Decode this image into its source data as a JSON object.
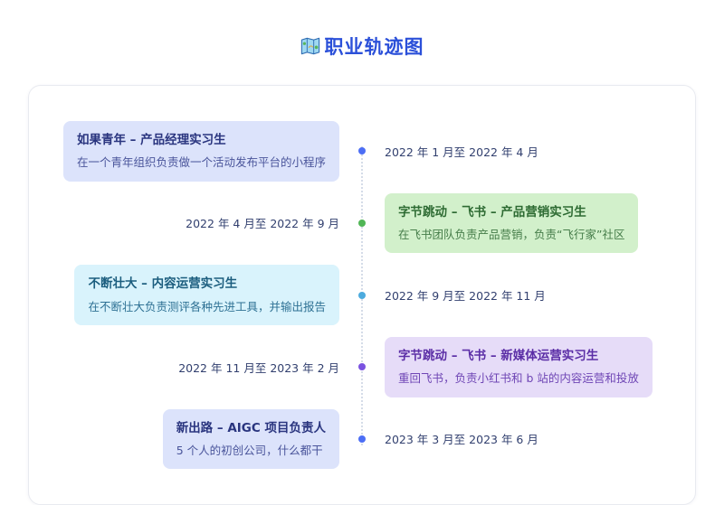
{
  "header": {
    "icon": "map-icon",
    "title": "职业轨迹图",
    "title_color": "#2b50d9"
  },
  "timeline": {
    "line_color": "#d5dce8",
    "items": [
      {
        "side": "left",
        "title": "如果青年 – 产品经理实习生",
        "desc": "在一个青年组织负责做一个活动发布平台的小程序",
        "date": "2022 年 1 月至 2022 年 4 月",
        "colors": {
          "bg": "#dce3fb",
          "title": "#2a357f",
          "desc": "#4a559b",
          "dot": "#4c6ef5"
        }
      },
      {
        "side": "right",
        "title": "字节跳动 – 飞书 – 产品营销实习生",
        "desc": "在飞书团队负责产品营销，负责“飞行家”社区",
        "date": "2022 年 4 月至 2022 年 9 月",
        "colors": {
          "bg": "#d2f0cb",
          "title": "#2e6b33",
          "desc": "#467d4a",
          "dot": "#51b656"
        }
      },
      {
        "side": "left",
        "title": "不断壮大 – 内容运营实习生",
        "desc": "在不断壮大负责测评各种先进工具，并输出报告",
        "date": "2022 年 9 月至 2022 年 11 月",
        "colors": {
          "bg": "#d9f3fc",
          "title": "#1b5d7e",
          "desc": "#2e7194",
          "dot": "#4dabde"
        }
      },
      {
        "side": "right",
        "title": "字节跳动 – 飞书 – 新媒体运营实习生",
        "desc": "重回飞书，负责小红书和 b 站的内容运营和投放",
        "date": "2022 年 11 月至 2023 年 2 月",
        "colors": {
          "bg": "#e6dcf8",
          "title": "#5b2ea6",
          "desc": "#6f46b5",
          "dot": "#7a52e0"
        }
      },
      {
        "side": "left",
        "title": "新出路 – AIGC 项目负责人",
        "desc": "5 个人的初创公司，什么都干",
        "date": "2023 年 3 月至 2023 年 6 月",
        "colors": {
          "bg": "#dce3fb",
          "title": "#2a357f",
          "desc": "#4a559b",
          "dot": "#4c6ef5"
        }
      }
    ]
  }
}
